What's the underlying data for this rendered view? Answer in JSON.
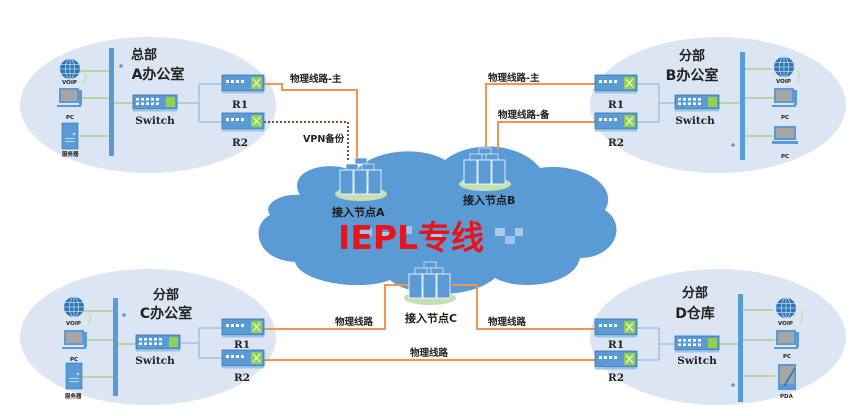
{
  "colors": {
    "ellipse_fill": "#dbe5f3",
    "cloud_fill": "#5b9bd5",
    "device_blue": "#5b9bd5",
    "port_green": "#92d050",
    "physical_line": "#f4954f",
    "vpn_line": "#8b4a2b",
    "lan_line": "#a9d18e",
    "bus_blue": "#5b9bd5",
    "title_red": "#e8141c"
  },
  "cloud": {
    "title": "IEPL专线",
    "nodes": [
      {
        "id": "A",
        "label": "接入节点A"
      },
      {
        "id": "B",
        "label": "接入节点B"
      },
      {
        "id": "C",
        "label": "接入节点C"
      }
    ]
  },
  "sites": [
    {
      "id": "A",
      "line1": "总部",
      "line2": "A办公室",
      "switch_label": "Switch",
      "routers": [
        "R1",
        "R2"
      ],
      "endpoints": [
        {
          "type": "voip",
          "label": "VOIP"
        },
        {
          "type": "pc",
          "label": "PC"
        },
        {
          "type": "server",
          "label": "服务器"
        }
      ]
    },
    {
      "id": "B",
      "line1": "分部",
      "line2": "B办公室",
      "switch_label": "Switch",
      "routers": [
        "R1",
        "R2"
      ],
      "endpoints": [
        {
          "type": "voip",
          "label": "VOIP"
        },
        {
          "type": "pc",
          "label": "PC"
        },
        {
          "type": "laptop",
          "label": "PC"
        }
      ]
    },
    {
      "id": "C",
      "line1": "分部",
      "line2": "C办公室",
      "switch_label": "Switch",
      "routers": [
        "R1",
        "R2"
      ],
      "endpoints": [
        {
          "type": "voip",
          "label": "VOIP"
        },
        {
          "type": "pc",
          "label": "PC"
        },
        {
          "type": "server",
          "label": "服务器"
        }
      ]
    },
    {
      "id": "D",
      "line1": "分部",
      "line2": "D仓库",
      "switch_label": "Switch",
      "routers": [
        "R1",
        "R2"
      ],
      "endpoints": [
        {
          "type": "voip",
          "label": "VOIP"
        },
        {
          "type": "pc",
          "label": "PC"
        },
        {
          "type": "pda",
          "label": "PDA"
        }
      ]
    }
  ],
  "links": [
    {
      "id": "a-r1-to-node-a",
      "label": "物理线路-主",
      "style": "solid"
    },
    {
      "id": "a-r2-to-node-a",
      "label": "VPN备份",
      "style": "dotted"
    },
    {
      "id": "b-r1-to-node-b",
      "label": "物理线路-主",
      "style": "solid"
    },
    {
      "id": "b-r2-to-node-b",
      "label": "物理线路-备",
      "style": "solid"
    },
    {
      "id": "c-r1-to-node-c",
      "label": "物理线路",
      "style": "solid"
    },
    {
      "id": "d-r1-to-node-c",
      "label": "物理线路",
      "style": "solid"
    },
    {
      "id": "c-r2-to-d-r2",
      "label": "物理线路",
      "style": "solid"
    }
  ]
}
